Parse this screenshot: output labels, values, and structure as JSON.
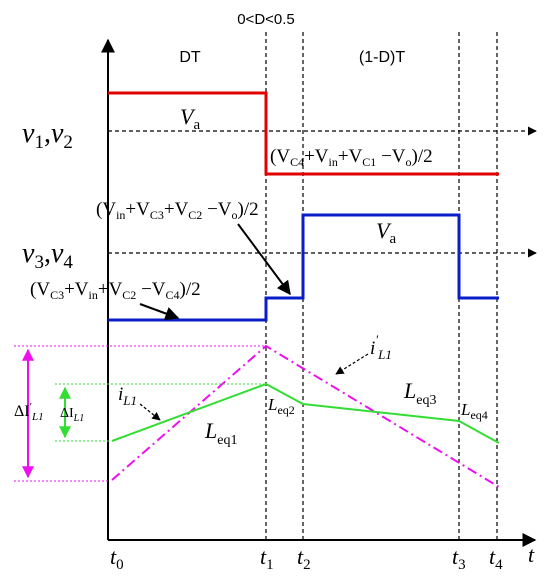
{
  "header": {
    "duty_range": "0<D<0.5",
    "interval_dt": "DT",
    "interval_rest": "(1-D)T"
  },
  "axes": {
    "time_label": "t"
  },
  "signals": {
    "v12": {
      "base": "v",
      "sub1": "1",
      "comma": ",",
      "sub2": "2",
      "level_label": {
        "base": "V",
        "sub": "a"
      },
      "expr": [
        "(V",
        "C4",
        "+V",
        "in",
        "+V",
        "C1",
        " −V",
        "o",
        ")/2"
      ]
    },
    "v34": {
      "base": "v",
      "sub1": "3",
      "comma": ",",
      "sub2": "4",
      "level_label": {
        "base": "V",
        "sub": "a"
      },
      "expr_upper": [
        "(V",
        "in",
        "+V",
        "C3",
        "+V",
        "C2",
        " −V",
        "o",
        ")/2"
      ],
      "expr_lower": [
        "(V",
        "C3",
        "+V",
        "in",
        "+V",
        "C2",
        " −V",
        "C4",
        ")/2"
      ]
    },
    "current": {
      "iL1": {
        "base": "i",
        "sub": "L1"
      },
      "iL1p": {
        "base": "i",
        "prime": "′",
        "sub": "L1"
      },
      "dI": {
        "delta": "ΔI",
        "sub": "L1"
      },
      "dIp": {
        "delta": "ΔI",
        "prime": "′",
        "sub": "L1"
      },
      "leq": [
        {
          "base": "L",
          "sub": "eq1"
        },
        {
          "base": "L",
          "sub": "eq2"
        },
        {
          "base": "L",
          "sub": "eq3"
        },
        {
          "base": "L",
          "sub": "eq4"
        }
      ]
    }
  },
  "time_ticks": [
    {
      "base": "t",
      "sub": "0"
    },
    {
      "base": "t",
      "sub": "1"
    },
    {
      "base": "t",
      "sub": "2"
    },
    {
      "base": "t",
      "sub": "3"
    },
    {
      "base": "t",
      "sub": "4"
    }
  ],
  "colors": {
    "v12_wave": "#e00000",
    "v34_wave": "#0a1ec8",
    "iL1_wave": "#33dd33",
    "iL1p_wave": "#ee10ee",
    "axis": "#000000"
  }
}
